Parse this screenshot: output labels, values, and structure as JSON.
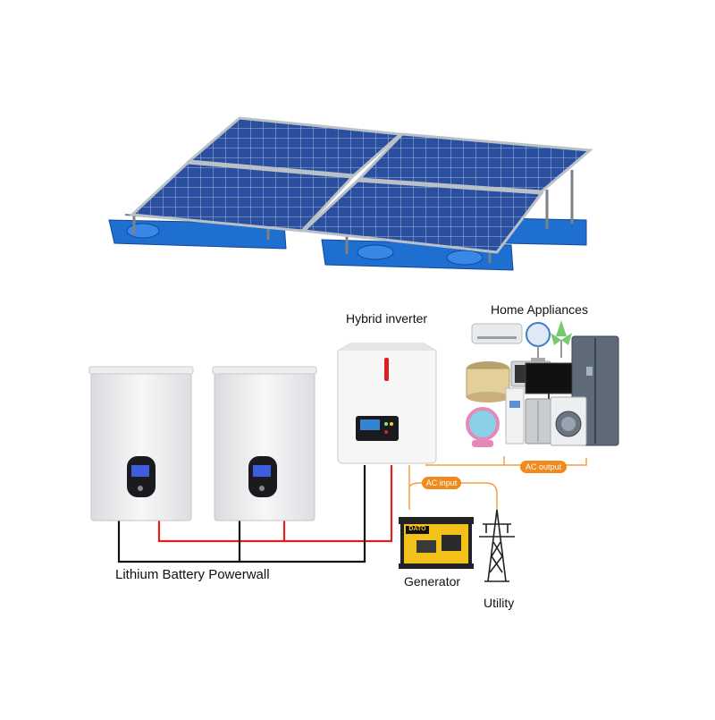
{
  "labels": {
    "hybrid_inverter": "Hybrid inverter",
    "home_appliances": "Home Appliances",
    "battery": "Lithium Battery Powerwall",
    "generator": "Generator",
    "utility": "Utility",
    "ac_input": "AC input",
    "ac_output": "AC output",
    "generator_brand": "DATO"
  },
  "colors": {
    "positive_wire": "#e02020",
    "negative_wire": "#111111",
    "ac_wire": "#f0a040",
    "pill": "#f08a1e",
    "panel_cell": "#2a4f9e",
    "float": "#1f6fd1",
    "generator": "#f2c21b",
    "inverter_accent": "#e02020"
  }
}
